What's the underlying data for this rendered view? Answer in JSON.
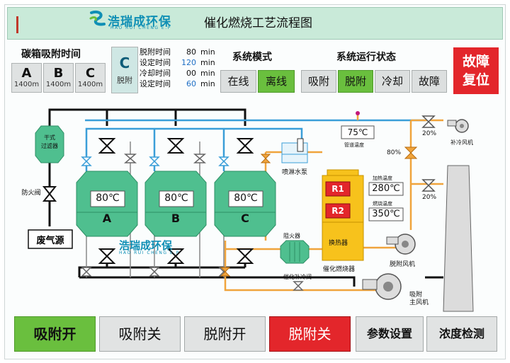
{
  "header": {
    "logo_cn": "浩瑞成环保",
    "logo_en": "HAO RUI CHENG E.P",
    "title": "催化燃烧工艺流程图"
  },
  "adsorb_time": {
    "label": "碳箱吸附时间",
    "tanks": [
      {
        "name": "A",
        "time": "1400m"
      },
      {
        "name": "B",
        "time": "1400m"
      },
      {
        "name": "C",
        "time": "1400m"
      }
    ]
  },
  "desorb": {
    "tank": "C",
    "label": "脱附",
    "params": [
      {
        "k": "脱附时间",
        "v": "80",
        "u": "min"
      },
      {
        "k": "设定时间",
        "v": "120",
        "u": "min"
      },
      {
        "k": "冷却时间",
        "v": "00",
        "u": "min"
      },
      {
        "k": "设定时间",
        "v": "60",
        "u": "min"
      }
    ]
  },
  "mode": {
    "label": "系统模式",
    "online": "在线",
    "offline": "离线",
    "active": "offline"
  },
  "status": {
    "label": "系统运行状态",
    "items": [
      "吸附",
      "脱附",
      "冷却",
      "故障"
    ],
    "active": "脱附"
  },
  "fault_reset": {
    "line1": "故障",
    "line2": "复位"
  },
  "diagram": {
    "filter": "干式\n过滤器",
    "fire_valve": "防火阀",
    "waste_gas": "废气源",
    "tank_temps": [
      "80℃",
      "80℃",
      "80℃"
    ],
    "tank_names": [
      "A",
      "B",
      "C"
    ],
    "spray_pump": "喷淋水泵",
    "pipe_temp": "75℃",
    "pipe_temp_label": "管道温度",
    "flame_arrester": "阻火器",
    "heat_exchanger": "换热器",
    "burner": "催化燃烧器",
    "catalytic_cool_valve": "催化补冷阀",
    "r1": "R1",
    "r2": "R2",
    "heat_temp_label": "加热温度",
    "heat_temp": "280℃",
    "burn_temp_label": "燃烧温度",
    "burn_temp": "350℃",
    "valve_pct_1": "20%",
    "valve_pct_2": "80%",
    "valve_pct_3": "20%",
    "supp_fan": "补冷风机",
    "desorb_fan": "脱附风机",
    "main_fan": "吸附\n主风机"
  },
  "buttons": {
    "adsorb_on": "吸附开",
    "adsorb_off": "吸附关",
    "desorb_on": "脱附开",
    "desorb_off": "脱附关",
    "params": "参数设置",
    "conc": "浓度检测"
  },
  "colors": {
    "accent_green": "#6abf3e",
    "fault_red": "#e3262b",
    "tank_green": "#4fbf8f",
    "pipe_black": "#111111",
    "pipe_blue": "#3b9ed8",
    "pipe_orange": "#f0a43c",
    "burner_yellow": "#f7c21c"
  }
}
